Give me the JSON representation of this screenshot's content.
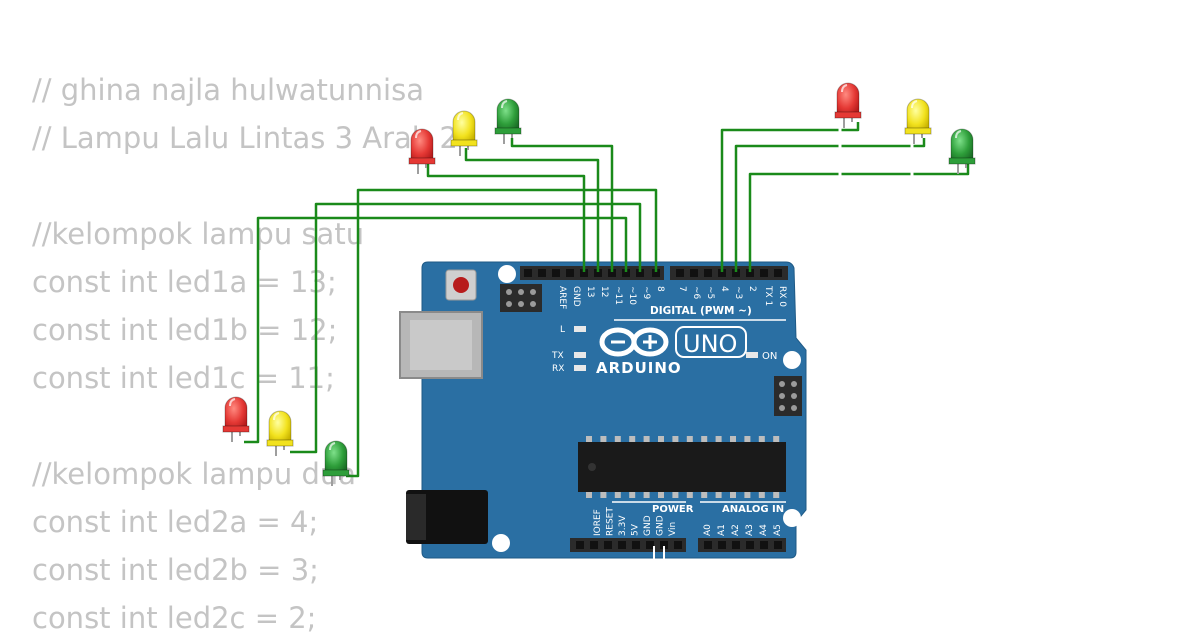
{
  "code": {
    "lines": [
      "// ghina najla hulwatunnisa",
      "// Lampu Lalu Lintas 3 Arah 2",
      "",
      "//kelompok lampu satu",
      "const int led1a = 13;",
      "const int led1b = 12;",
      "const int led1c = 11;",
      "",
      "//kelompok lampu dua",
      "const int led2a = 4;",
      "const int led2b = 3;",
      "const int led2c = 2;"
    ]
  },
  "board": {
    "brand": "ARDUINO",
    "model": "UNO",
    "digital_label": "DIGITAL (PWM ~)",
    "power_label": "POWER",
    "analog_label": "ANALOG IN",
    "on_label": "ON",
    "l_label": "L",
    "tx_label": "TX",
    "rx_label": "RX",
    "digital_pins": [
      "AREF",
      "GND",
      "13",
      "12",
      "~11",
      "~10",
      "~9",
      "8",
      "7",
      "~6",
      "~5",
      "4",
      "~3",
      "2",
      "TX 1",
      "RX 0"
    ],
    "power_pins": [
      "IOREF",
      "RESET",
      "3.3V",
      "5V",
      "GND",
      "GND",
      "Vin"
    ],
    "analog_pins": [
      "A0",
      "A1",
      "A2",
      "A3",
      "A4",
      "A5"
    ],
    "colors": {
      "board": "#2a6fa3",
      "header": "#2b2b2b",
      "wire": "#1a8a1a"
    }
  },
  "leds": {
    "colors": {
      "red": "#e53935",
      "yellow": "#f2e21e",
      "green": "#2e9e3a"
    },
    "groups": [
      {
        "name": "top-left",
        "items": [
          "red",
          "yellow",
          "green"
        ]
      },
      {
        "name": "top-right",
        "items": [
          "red",
          "yellow",
          "green"
        ]
      },
      {
        "name": "bottom-left",
        "items": [
          "red",
          "yellow",
          "green"
        ]
      }
    ]
  }
}
